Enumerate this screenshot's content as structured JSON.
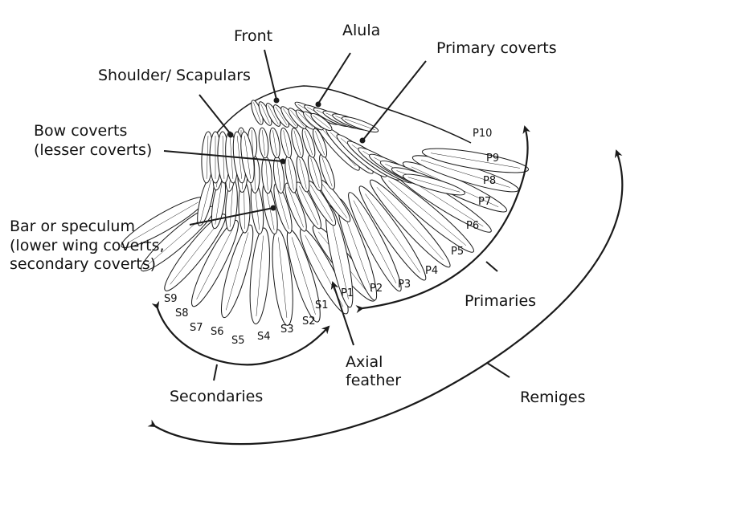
{
  "labels": {
    "front": "Front",
    "alula": "Alula",
    "primary_coverts": "Primary coverts",
    "shoulder": "Shoulder/ Scapulars",
    "bow_line1": "Bow coverts",
    "bow_line2": "(lesser coverts)",
    "bar_line1": "Bar or speculum",
    "bar_line2": "(lower wing coverts,",
    "bar_line3": "secondary coverts)",
    "primaries": "Primaries",
    "secondaries": "Secondaries",
    "remiges": "Remiges",
    "axial_line1": "Axial",
    "axial_line2": "feather"
  },
  "primaries_numbers": [
    "P10",
    "P9",
    "P8",
    "P7",
    "P6",
    "P5",
    "P4",
    "P3",
    "P2",
    "P1"
  ],
  "secondaries_numbers": [
    "S9",
    "S8",
    "S7",
    "S6",
    "S5",
    "S4",
    "S3",
    "S2",
    "S1"
  ],
  "colors": {
    "ink": "#1a1a1a",
    "feather_fill": "#ffffff"
  }
}
